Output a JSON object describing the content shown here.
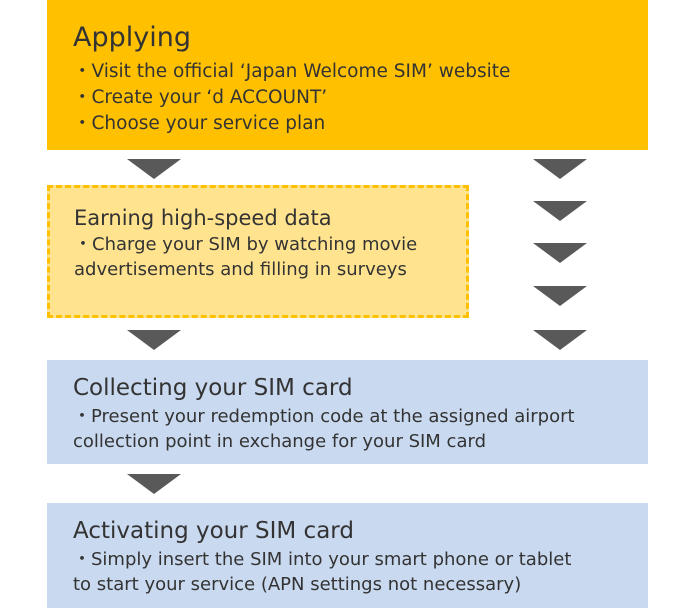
{
  "steps": {
    "applying": {
      "title": "Applying",
      "items": [
        "・Visit the official ‘Japan Welcome SIM’ website",
        "・Create your ‘d ACCOUNT’",
        "・Choose your service plan"
      ]
    },
    "earning": {
      "title": "Earning high-speed data",
      "text": "・Charge your SIM by watching movie advertisements and filling in surveys"
    },
    "collecting": {
      "title": "Collecting your SIM card",
      "line1": "・Present your redemption code at the assigned airport",
      "line2": "collection point in exchange for your SIM card"
    },
    "activating": {
      "title": "Activating your SIM card",
      "line1": "・Simply insert the SIM into your smart phone or tablet",
      "line2": "to start your service (APN settings not necessary)"
    }
  },
  "colors": {
    "applying_fill": "#ffc000",
    "earning_fill": "#ffe38f",
    "earning_border": "#ffc000",
    "blue_fill": "#c9d9ef",
    "arrow": "#595959",
    "text": "#333333"
  }
}
